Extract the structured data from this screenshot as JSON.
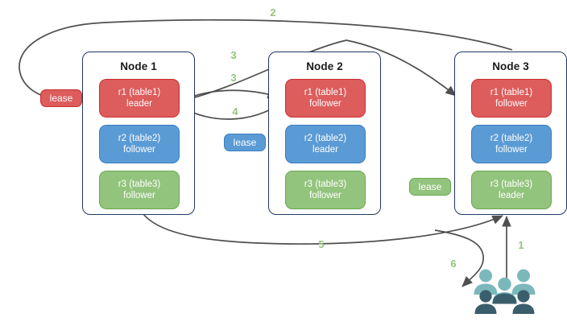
{
  "diagram": {
    "title": "raft-lease-replication-diagram",
    "background": "#ffffff",
    "colors": {
      "red": "#dd5c5c",
      "red_border": "#cc2f2f",
      "blue": "#5b9bd5",
      "blue_border": "#3a7dc0",
      "green": "#93c47d",
      "green_border": "#6aa84f",
      "node_border": "#203864",
      "edge": "#4f4f4f",
      "label": "#93c47d",
      "users_light": "#7bb8bc",
      "users_dark": "#3a5e6b"
    }
  },
  "nodes": [
    {
      "id": "node-1",
      "title": "Node 1",
      "replicas": [
        {
          "id": "r1",
          "line1": "r1 (table1)",
          "line2": "leader",
          "color": "red"
        },
        {
          "id": "r2",
          "line1": "r2 (table2)",
          "line2": "follower",
          "color": "blue"
        },
        {
          "id": "r3",
          "line1": "r3 (table3)",
          "line2": "follower",
          "color": "green"
        }
      ]
    },
    {
      "id": "node-2",
      "title": "Node 2",
      "replicas": [
        {
          "id": "r1",
          "line1": "r1 (table1)",
          "line2": "follower",
          "color": "red"
        },
        {
          "id": "r2",
          "line1": "r2 (table2)",
          "line2": "leader",
          "color": "blue"
        },
        {
          "id": "r3",
          "line1": "r3 (table3)",
          "line2": "follower",
          "color": "green"
        }
      ]
    },
    {
      "id": "node-3",
      "title": "Node 3",
      "replicas": [
        {
          "id": "r1",
          "line1": "r1 (table1)",
          "line2": "follower",
          "color": "red"
        },
        {
          "id": "r2",
          "line1": "r2 (table2)",
          "line2": "follower",
          "color": "blue"
        },
        {
          "id": "r3",
          "line1": "r3 (table3)",
          "line2": "leader",
          "color": "green"
        }
      ]
    }
  ],
  "leases": [
    {
      "id": "lease-red",
      "label": "lease",
      "color": "red"
    },
    {
      "id": "lease-blue",
      "label": "lease",
      "color": "blue"
    },
    {
      "id": "lease-green",
      "label": "lease",
      "color": "green"
    }
  ],
  "edge_labels": [
    {
      "id": "label-2",
      "text": "2"
    },
    {
      "id": "label-3a",
      "text": "3"
    },
    {
      "id": "label-3b",
      "text": "3"
    },
    {
      "id": "label-4",
      "text": "4"
    },
    {
      "id": "label-5",
      "text": "5"
    },
    {
      "id": "label-1",
      "text": "1"
    },
    {
      "id": "label-6",
      "text": "6"
    }
  ],
  "actor": {
    "id": "users",
    "name": "users-group-icon"
  }
}
